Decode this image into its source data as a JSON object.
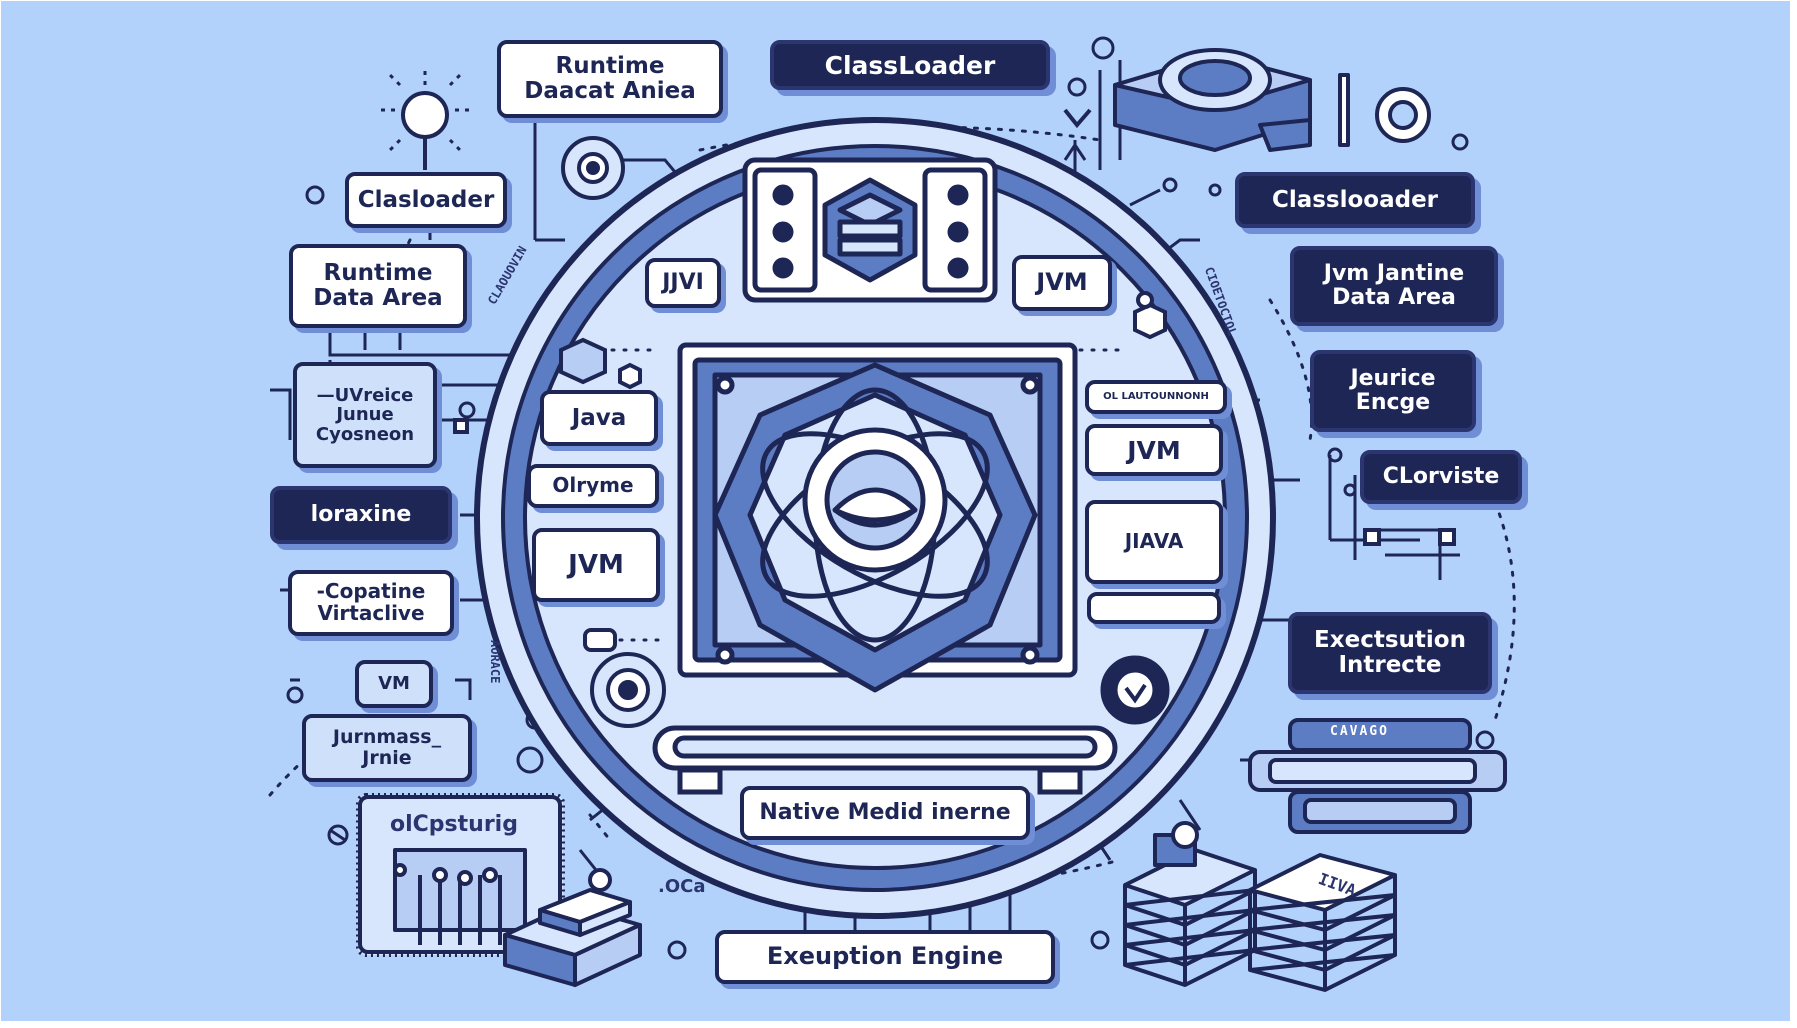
{
  "colors": {
    "background": "#b3d2fb",
    "navy": "#1d2654",
    "mid_blue": "#5c7cc4",
    "light_blue": "#d7e6fc",
    "white": "#ffffff"
  },
  "labels": {
    "top_center": "ClassLoader",
    "top_left": "Runtime\nDaacat Aniea",
    "left_classloader": "Clasloader",
    "left_runtime": "Runtime\nData Area",
    "left_uvreice": "—UVreice\nJunue\nCyosneon",
    "left_loraxine": "loraxine",
    "left_copatine": "-Copatine\nVirtaclive",
    "left_vm": "VM",
    "left_jurnmass": "Jurnmass_\nJrnie",
    "left_bottom_chip": "olCpsturig",
    "right_classloader": "Classlooader",
    "right_jvm_data": "Jvm Jantine\nData Area",
    "right_jeurice": "Jeurice\nEncge",
    "right_clorviste": "CLorviste",
    "right_execution": "Exectsution\nIntrecte",
    "right_stack_badge": "CAVAGO",
    "center_jvi": "JJVI",
    "center_jvm_top": "JVM",
    "center_java": "Java",
    "center_olryme": "Olryme",
    "center_jvm_left": "JVM",
    "center_right_strip": "OL LAUTOUNNONH",
    "center_jvm_right": "JVM",
    "center_java_right": "JIAVA",
    "native": "Native Medid inerne",
    "bottom_engine": "Exeuption Engine",
    "ring_left": "CLAOUOVIN",
    "ring_right": "CIOETOCTOL",
    "side_left_small": "AORACE",
    "small_oca": ".OCa",
    "paper_text": "IIVA"
  }
}
